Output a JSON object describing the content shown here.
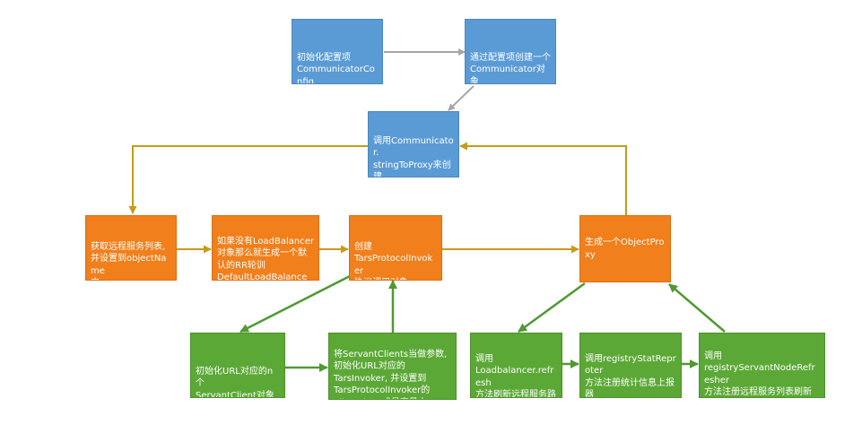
{
  "nodes": {
    "n1": "初始化配置项\nCommunicatorConfig",
    "n2": "通过配置项创建一个\nCommunicator对象",
    "n3": "调用Communicator.\nstringToProxy来创建\n代理对象",
    "n4": "获取远程服务列表,\n并设置到objectName\n中",
    "n5": "如果没有LoadBalancer\n对象那么就生成一个默\n认的RR轮训\nDefaultLoadBalance",
    "n6": "创建\nTarsProtocolInvoker\n协议调用对象",
    "n7": "生成一个ObjectProxy",
    "n8": "初始化URL对应的n个\nServantClient对象",
    "n9": "将ServantClients当做参数,\n初始化URL对应的\nTarsInvoker, 并设置到\nTarsProtocolInvoker的\nallInvokers成员变量中",
    "n10": "调用\nLoadbalancer.refresh\n方法刷新远程服务路\n由结构",
    "n11": "调用registryStatReproter\n方法注册统计信息上报器",
    "n12": "调用\nregistryServantNodeRefresher\n方法注册远程服务列表刷新\n器"
  },
  "colors": {
    "blue": "#5b9bd5",
    "orange": "#f07f1c",
    "green": "#5ba836",
    "arrow_gray": "#a6a6a6",
    "arrow_gold": "#c79a18",
    "arrow_green": "#4f9a32"
  }
}
